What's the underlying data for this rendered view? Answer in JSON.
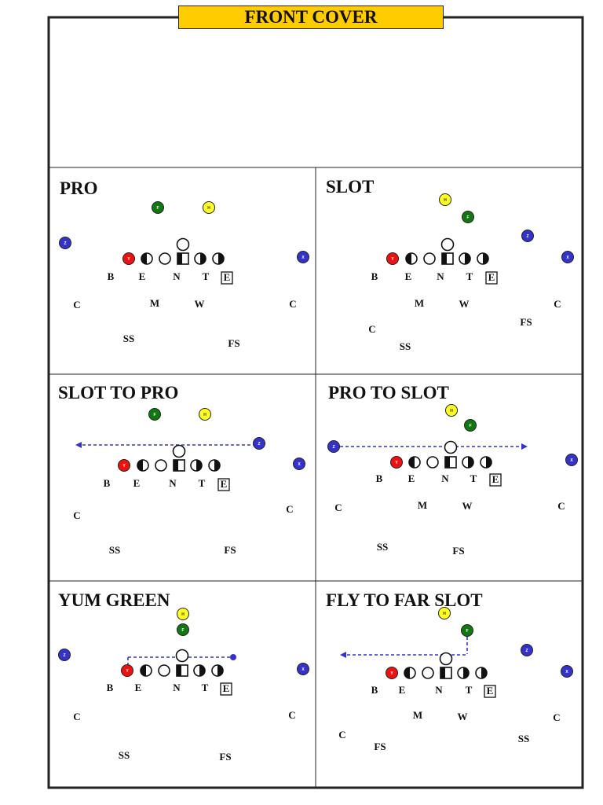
{
  "header": {
    "title": "FRONT COVER"
  },
  "colors": {
    "banner": "#FFCC00",
    "red": "#EE1111",
    "green": "#117711",
    "yellow": "#FFFF22",
    "blue": "#3333CC",
    "motion": "#3333CC"
  },
  "panels": [
    {
      "title": "PRO",
      "offense": [
        {
          "kind": "green",
          "label": "F"
        },
        {
          "kind": "yellow",
          "label": "H"
        },
        {
          "kind": "blue",
          "label": "Z"
        },
        {
          "kind": "blue",
          "label": "X"
        },
        {
          "kind": "red",
          "label": "Y"
        }
      ],
      "defense": [
        "B",
        "E",
        "N",
        "T",
        "E",
        "C",
        "M",
        "W",
        "C",
        "SS",
        "FS"
      ]
    },
    {
      "title": "SLOT",
      "offense": [
        {
          "kind": "yellow",
          "label": "H"
        },
        {
          "kind": "green",
          "label": "F"
        },
        {
          "kind": "blue",
          "label": "Z"
        },
        {
          "kind": "blue",
          "label": "X"
        },
        {
          "kind": "red",
          "label": "Y"
        }
      ],
      "defense": [
        "B",
        "E",
        "N",
        "T",
        "E",
        "M",
        "W",
        "C",
        "FS",
        "C",
        "SS"
      ]
    },
    {
      "title": "SLOT TO PRO",
      "offense": [
        {
          "kind": "green",
          "label": "F"
        },
        {
          "kind": "yellow",
          "label": "H"
        },
        {
          "kind": "blue",
          "label": "Z"
        },
        {
          "kind": "blue",
          "label": "X"
        },
        {
          "kind": "red",
          "label": "Y"
        }
      ],
      "defense": [
        "B",
        "E",
        "N",
        "T",
        "E",
        "C",
        "C",
        "SS",
        "FS"
      ]
    },
    {
      "title": "PRO TO SLOT",
      "offense": [
        {
          "kind": "yellow",
          "label": "H"
        },
        {
          "kind": "green",
          "label": "F"
        },
        {
          "kind": "blue",
          "label": "Z"
        },
        {
          "kind": "blue",
          "label": "X"
        },
        {
          "kind": "red",
          "label": "Y"
        }
      ],
      "defense": [
        "B",
        "E",
        "N",
        "T",
        "E",
        "C",
        "M",
        "W",
        "C",
        "SS",
        "FS"
      ]
    },
    {
      "title": "YUM GREEN",
      "offense": [
        {
          "kind": "yellow",
          "label": "H"
        },
        {
          "kind": "green",
          "label": "F"
        },
        {
          "kind": "blue",
          "label": "Z"
        },
        {
          "kind": "blue",
          "label": "X"
        },
        {
          "kind": "red",
          "label": "Y"
        }
      ],
      "defense": [
        "B",
        "E",
        "N",
        "T",
        "E",
        "C",
        "C",
        "SS",
        "FS"
      ]
    },
    {
      "title": "FLY TO FAR SLOT",
      "offense": [
        {
          "kind": "yellow",
          "label": "H"
        },
        {
          "kind": "green",
          "label": "F"
        },
        {
          "kind": "blue",
          "label": "Z"
        },
        {
          "kind": "blue",
          "label": "X"
        },
        {
          "kind": "red",
          "label": "Y"
        }
      ],
      "defense": [
        "B",
        "E",
        "N",
        "T",
        "E",
        "M",
        "W",
        "C",
        "C",
        "SS",
        "FS"
      ]
    }
  ]
}
